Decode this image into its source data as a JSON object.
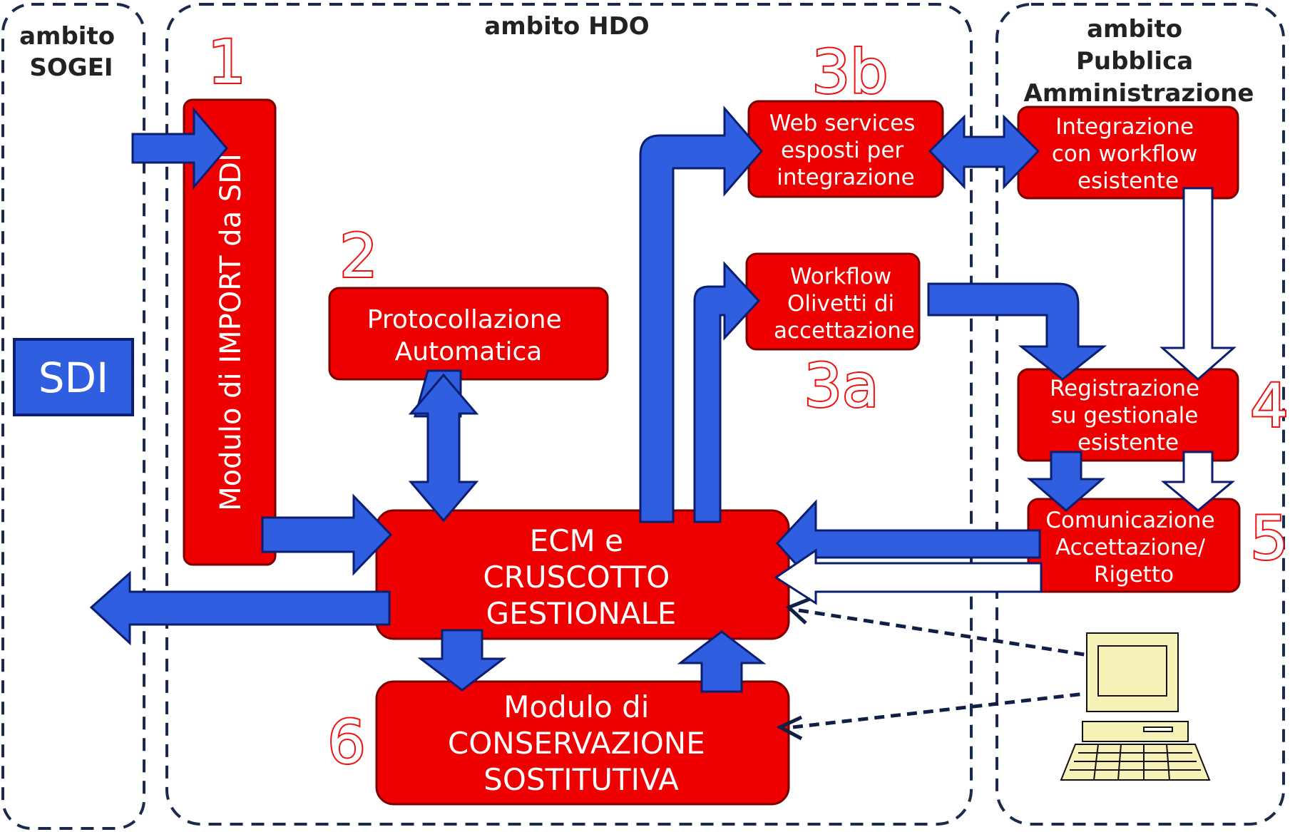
{
  "zones": {
    "sogei": [
      "ambito",
      "SOGEI"
    ],
    "hdo": "ambito HDO",
    "pa": [
      "ambito",
      "Pubblica",
      "Amministrazione"
    ]
  },
  "sdi": "SDI",
  "boxes": {
    "import": "Modulo di IMPORT da SDI",
    "protocollazione": [
      "Protocollazione",
      "Automatica"
    ],
    "webservices": [
      "Web services",
      "esposti per",
      "integrazione"
    ],
    "workflow": [
      "Workflow",
      "Olivetti di",
      "accettazione"
    ],
    "ecm": [
      "ECM e",
      "CRUSCOTTO",
      "GESTIONALE"
    ],
    "conservazione": [
      "Modulo di",
      "CONSERVAZIONE",
      "SOSTITUTIVA"
    ],
    "integrazione": [
      "Integrazione",
      "con workflow",
      "esistente"
    ],
    "registrazione": [
      "Registrazione",
      "su gestionale",
      "esistente"
    ],
    "comunicazione": [
      "Comunicazione",
      "Accettazione/",
      "Rigetto"
    ]
  },
  "steps": {
    "s1": "1",
    "s2": "2",
    "s3a": "3a",
    "s3b": "3b",
    "s4": "4",
    "s5": "5",
    "s6": "6"
  },
  "icons": {
    "computer": "computer-icon"
  },
  "colors": {
    "box": "#ee0000",
    "arrow": "#2f5fe0",
    "zone_border": "#1a2a4a",
    "sdi": "#2f5fe0"
  }
}
